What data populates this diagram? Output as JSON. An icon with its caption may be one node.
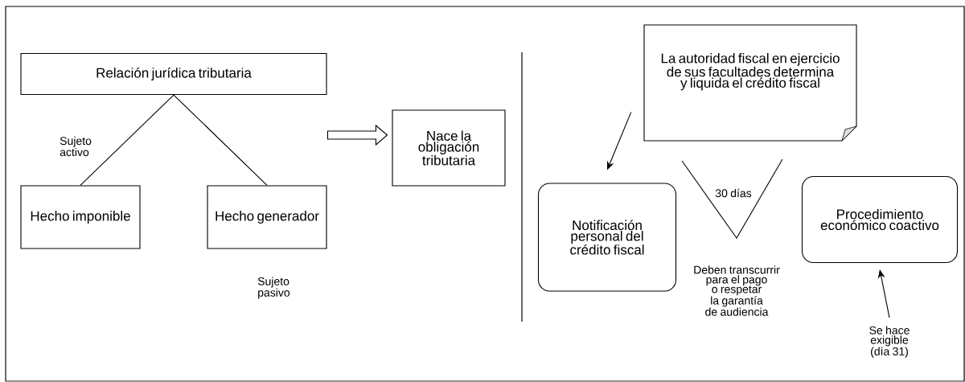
{
  "diagram": {
    "nodes": [
      {
        "text": [
          "Relación jurídica tributaria"
        ]
      },
      {
        "text": [
          "Hecho imponible"
        ]
      },
      {
        "text": [
          "Hecho generador"
        ]
      },
      {
        "text": [
          "Nace la obligación tributaria"
        ]
      },
      {
        "text": [
          "La autoridad fiscal en ejercicio de sus facultades determina y liquida el crédito fiscal"
        ]
      },
      {
        "text": [
          "Notificación personal del crédito fiscal"
        ]
      },
      {
        "text": [
          "30 días"
        ],
        "beside": [
          "Deben transcurrir para el pago o respetar la garantía de audiencia"
        ]
      },
      {
        "text": [
          "Procedimiento económico coactivo"
        ]
      },
      {
        "text": [
          "Se hace exigible (día 31)"
        ]
      }
    ],
    "edges": [
      {
        "from": 0,
        "to": 1,
        "arrow": "none"
      },
      {
        "from": 0,
        "to": 2,
        "arrow": "none"
      },
      {
        "from": null,
        "to": 3,
        "arrow": "to",
        "style": "thick"
      },
      {
        "from": 4,
        "to": 5,
        "arrow": "to"
      },
      {
        "from": 8,
        "to": 7,
        "arrow": "to"
      }
    ],
    "labels": [
      "Sujeto activo",
      "Sujeto pasivo"
    ]
  }
}
